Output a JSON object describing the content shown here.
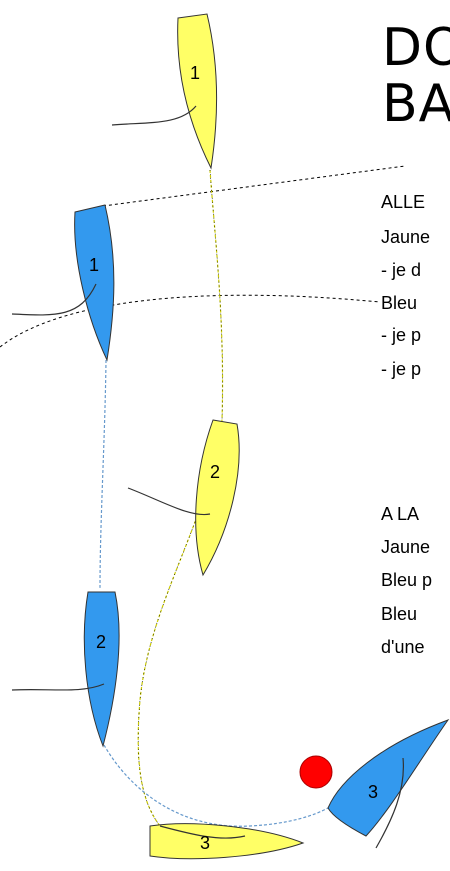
{
  "title": {
    "line1": "DO",
    "line2": "BA"
  },
  "text_lines": [
    "ALLE",
    "Jaune",
    "- je d",
    "Bleu",
    "- je p",
    "- je p",
    "A LA",
    "Jaune",
    "Bleu p",
    "Bleu",
    "d'une"
  ],
  "boats": {
    "yellow": {
      "color": "#ffff66",
      "labels": [
        "1",
        "2",
        "3"
      ]
    },
    "blue": {
      "color": "#3399ee",
      "labels": [
        "1",
        "2",
        "3"
      ]
    }
  },
  "mark": {
    "color": "#ff0000"
  }
}
